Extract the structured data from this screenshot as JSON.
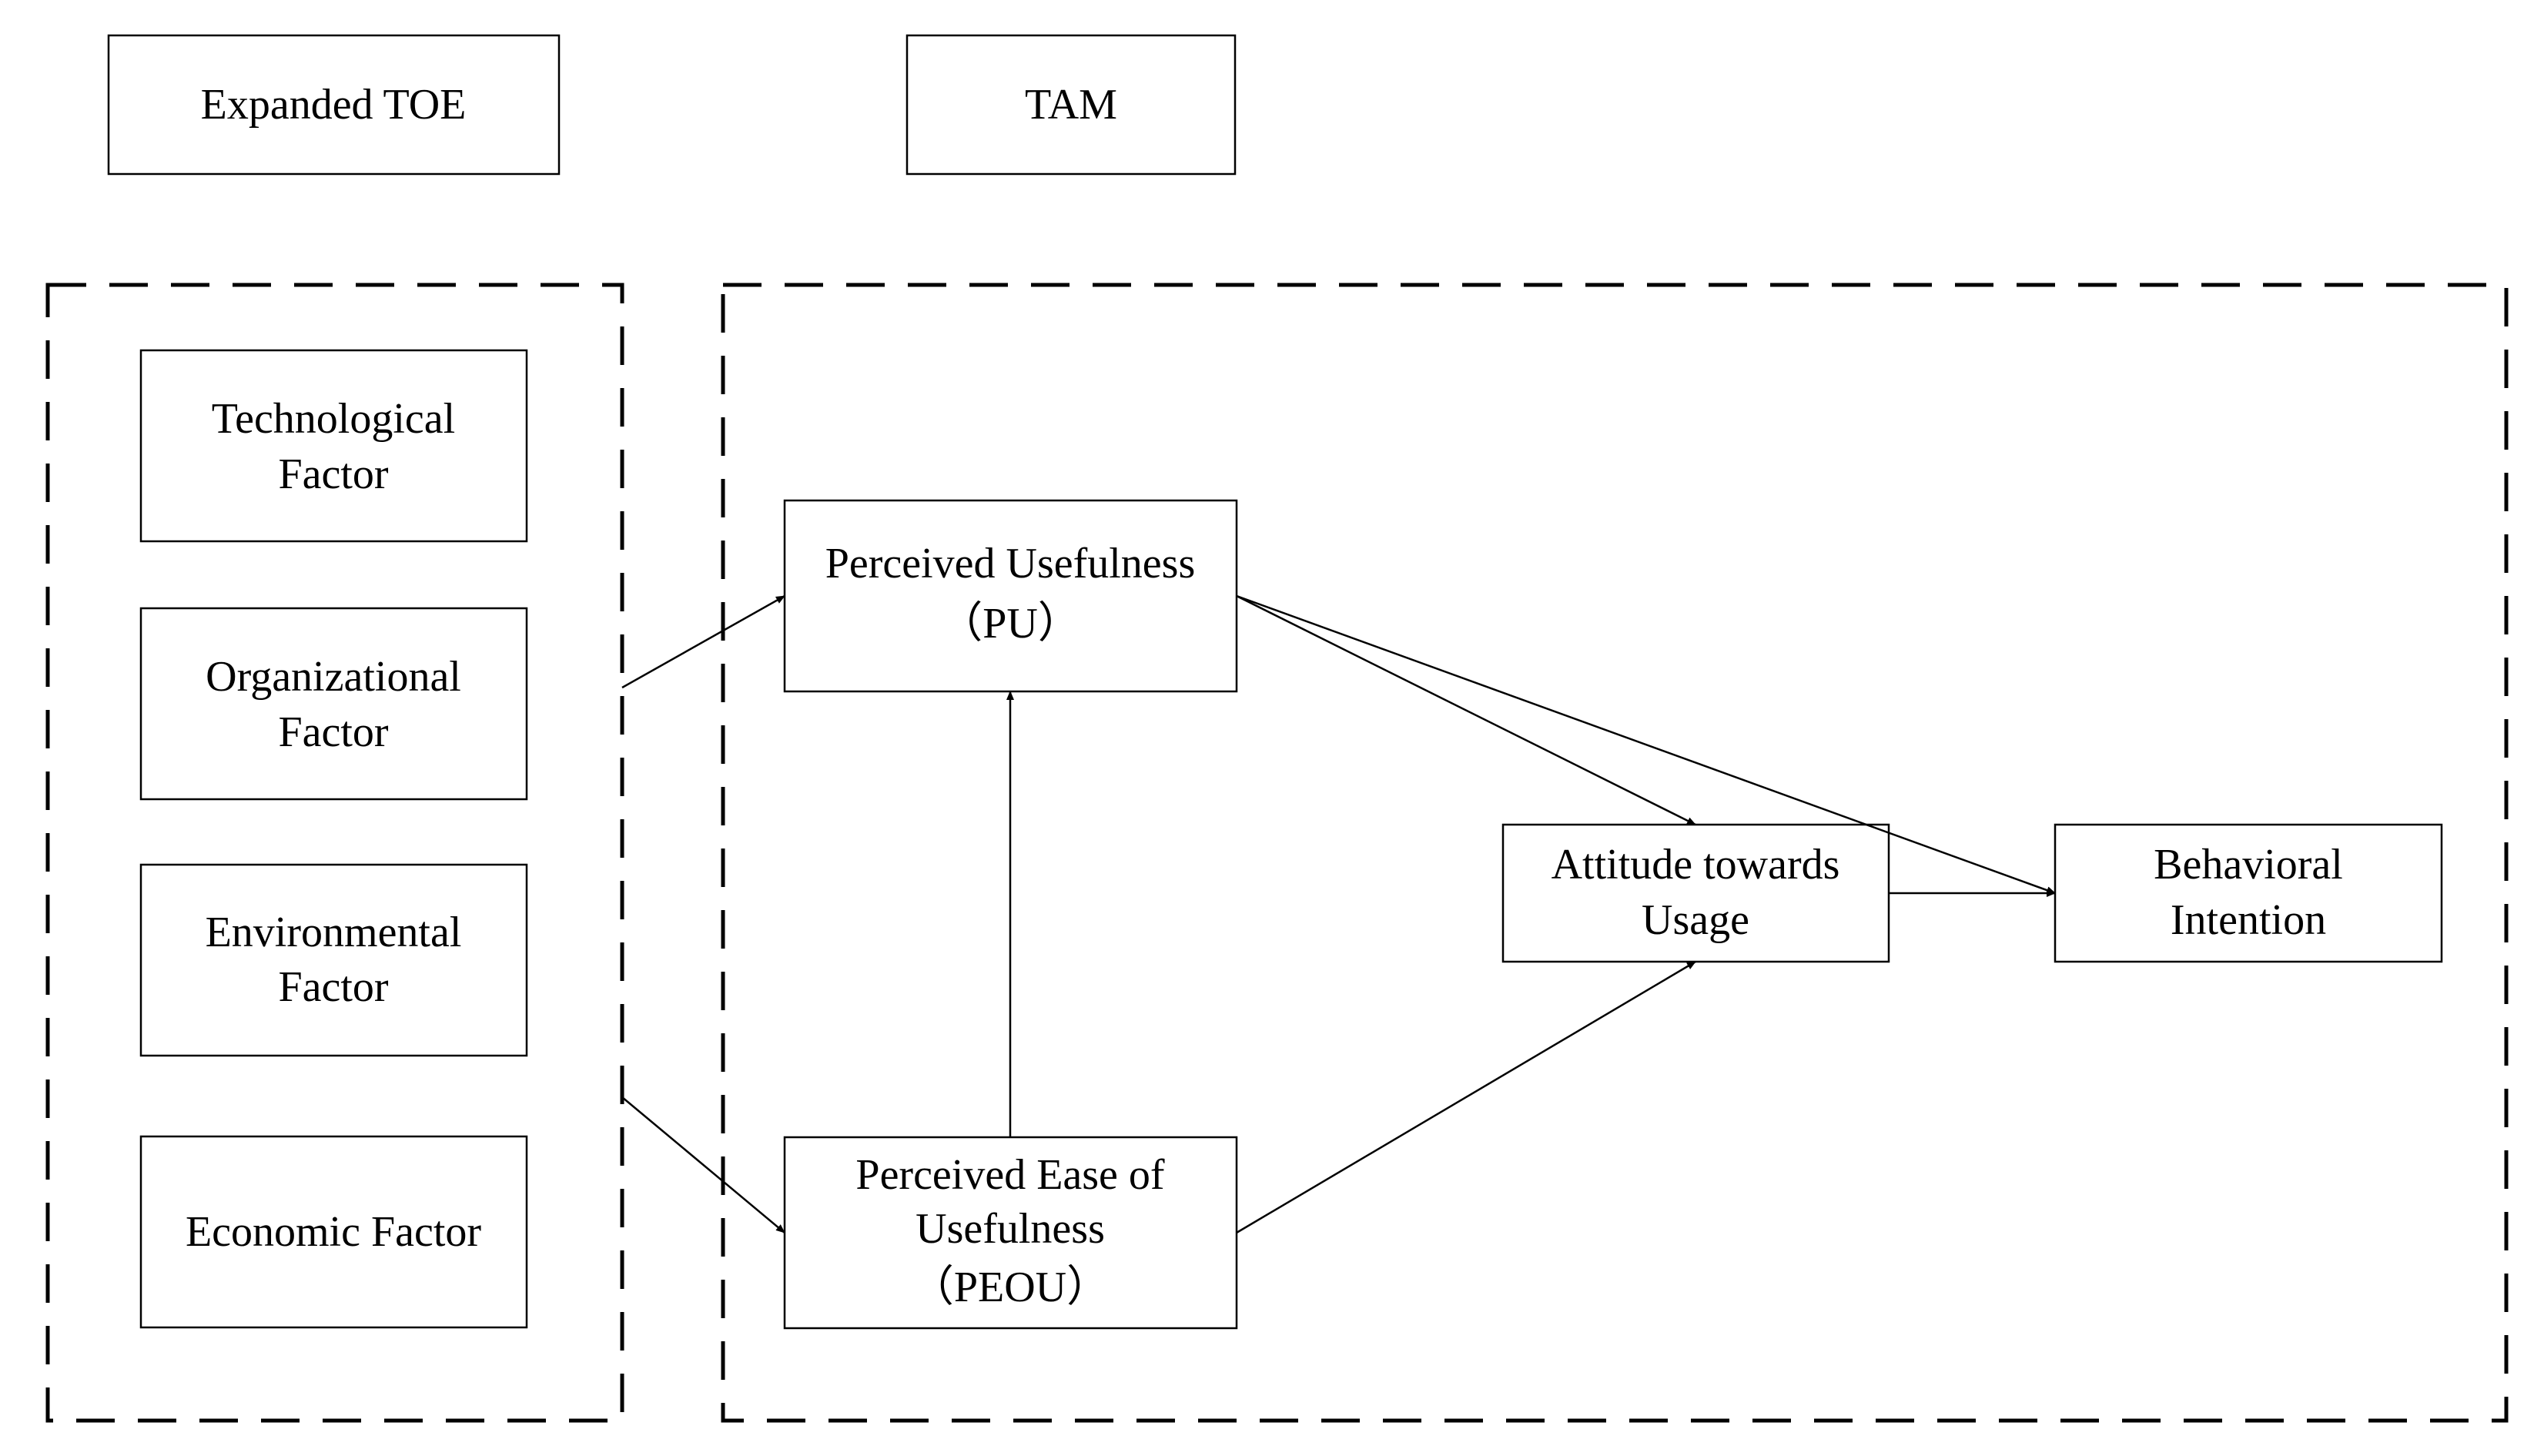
{
  "headers": {
    "toe": "Expanded TOE",
    "tam": "TAM"
  },
  "toe_factors": {
    "technological": [
      "Technological",
      "Factor"
    ],
    "organizational": [
      "Organizational",
      "Factor"
    ],
    "environmental": [
      "Environmental",
      "Factor"
    ],
    "economic": [
      "Economic Factor"
    ]
  },
  "tam_constructs": {
    "pu": [
      "Perceived Usefulness",
      "（PU）"
    ],
    "peou": [
      "Perceived Ease of",
      "Usefulness",
      "（PEOU）"
    ],
    "attitude": [
      "Attitude towards",
      "Usage"
    ],
    "intention": [
      "Behavioral",
      "Intention"
    ]
  },
  "colors": {
    "stroke": "#000000",
    "background": "#ffffff"
  }
}
